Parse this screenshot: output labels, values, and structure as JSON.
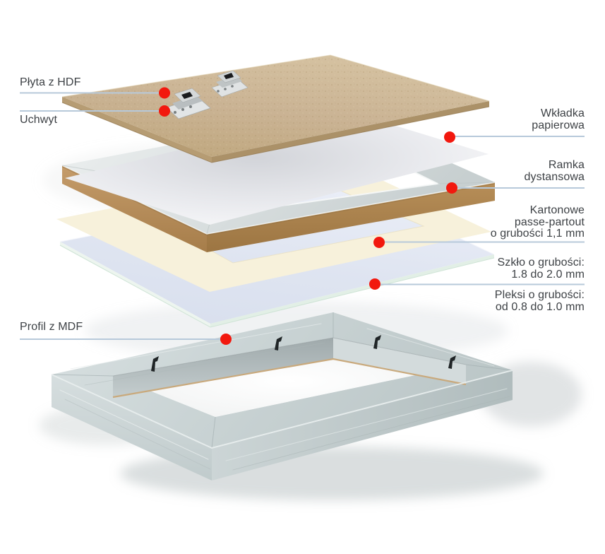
{
  "colors": {
    "background": "#ffffff",
    "accent_red": "#f2180e",
    "leader_line": "#b7c9da",
    "label_text": "#3d4145"
  },
  "diagram_type": "exploded picture frame components",
  "callouts": {
    "plyta": {
      "lines": [
        "Płyta z HDF"
      ]
    },
    "uchwyt": {
      "lines": [
        "Uchwyt"
      ]
    },
    "wkladka": {
      "lines": [
        "Wkładka",
        "papierowa"
      ]
    },
    "ramka": {
      "lines": [
        "Ramka",
        "dystansowa"
      ]
    },
    "kartonowe": {
      "lines": [
        "Kartonowe",
        "passe-partout",
        "o grubości 1,1 mm"
      ]
    },
    "szklo": {
      "lines": [
        "Szkło o grubości:",
        "1.8 do 2.0 mm"
      ]
    },
    "pleksi": {
      "lines": [
        "Pleksi o grubości:",
        "od 0.8 do 1.0 mm"
      ]
    },
    "profil": {
      "lines": [
        "Profil z MDF"
      ]
    }
  }
}
